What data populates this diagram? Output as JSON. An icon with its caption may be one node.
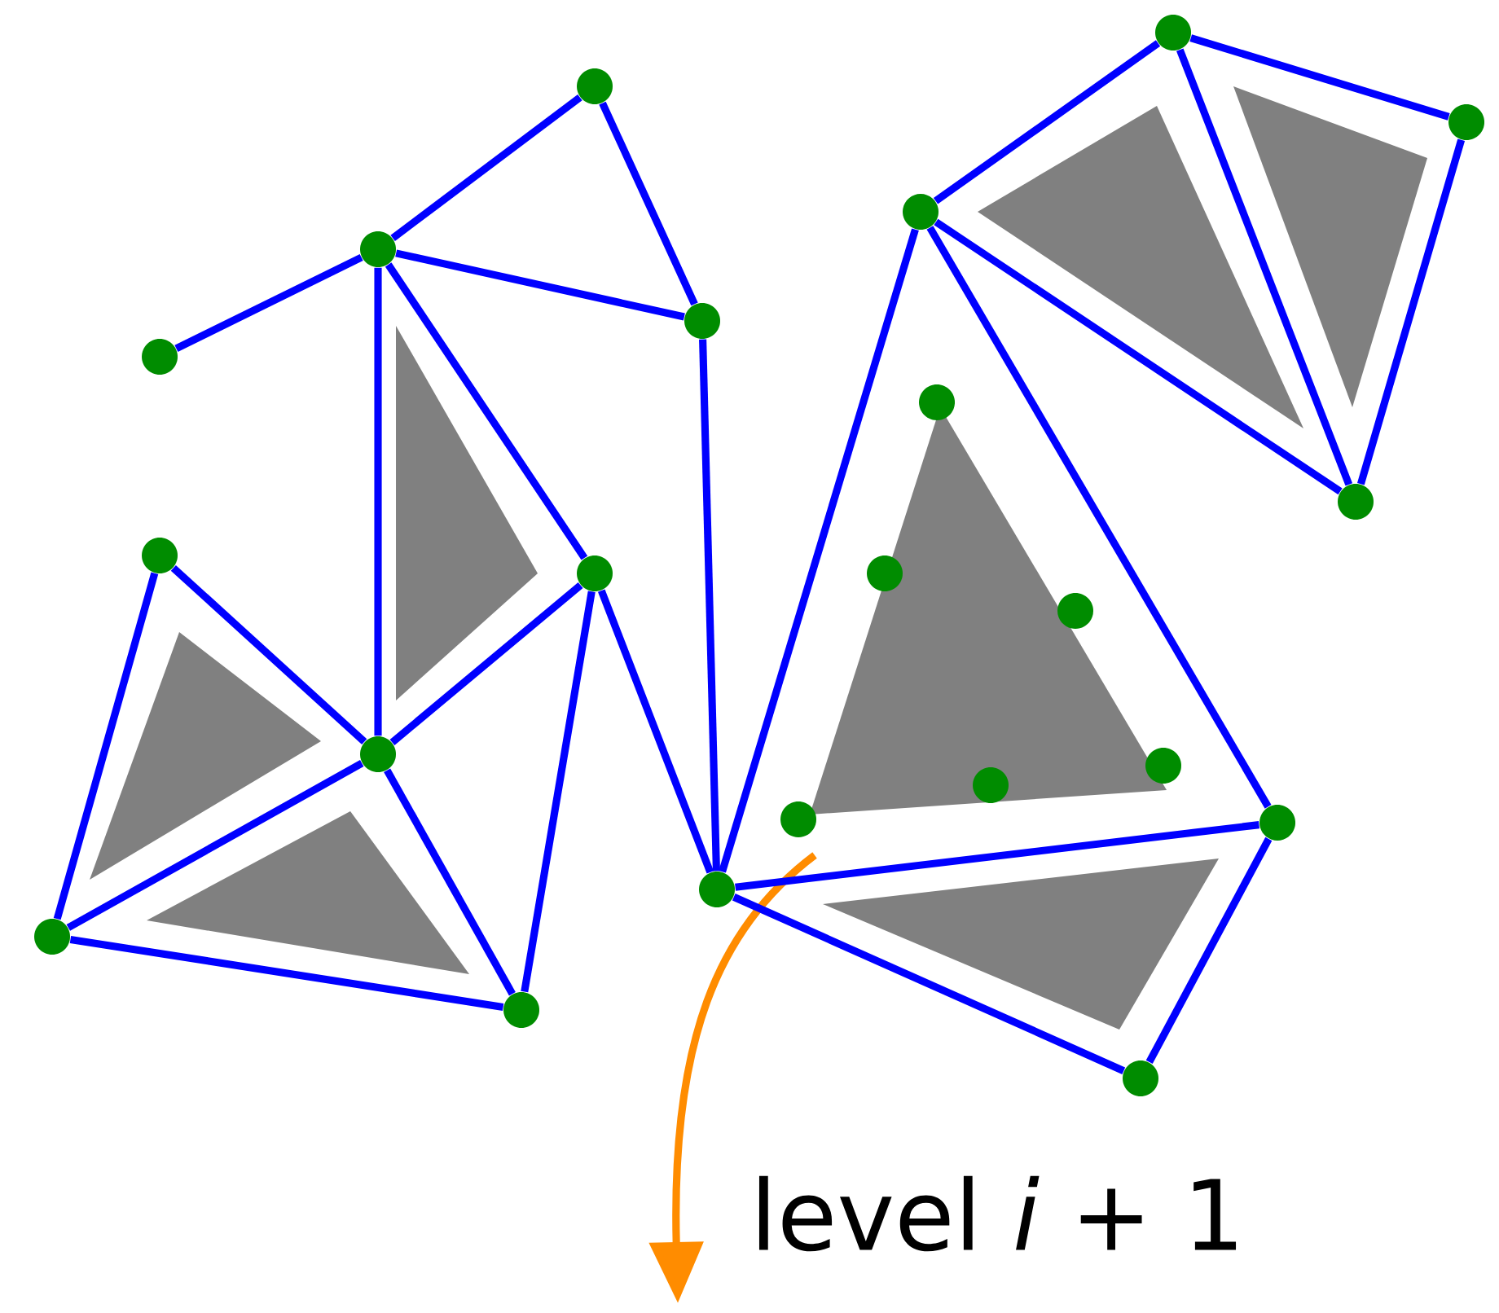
{
  "diagram": {
    "nodes": [
      {
        "text": [],
        "shape": "circle"
      },
      {
        "text": [],
        "shape": "circle"
      },
      {
        "text": [],
        "shape": "circle"
      },
      {
        "text": [],
        "shape": "circle"
      },
      {
        "text": [],
        "shape": "circle"
      },
      {
        "text": [],
        "shape": "circle"
      },
      {
        "text": [],
        "shape": "circle"
      },
      {
        "text": [],
        "shape": "circle"
      },
      {
        "text": [],
        "shape": "circle"
      },
      {
        "text": [],
        "shape": "circle"
      },
      {
        "text": [],
        "shape": "circle"
      },
      {
        "text": [],
        "shape": "circle"
      },
      {
        "text": [],
        "shape": "circle"
      },
      {
        "text": [],
        "shape": "circle"
      },
      {
        "text": [],
        "shape": "circle"
      },
      {
        "text": [],
        "shape": "circle"
      },
      {
        "text": [],
        "shape": "circle"
      },
      {
        "text": [],
        "shape": "circle"
      },
      {
        "text": [],
        "shape": "circle"
      },
      {
        "text": [],
        "shape": "circle"
      },
      {
        "text": [],
        "shape": "circle"
      },
      {
        "text": [],
        "shape": "circle"
      }
    ],
    "edges": [
      {
        "from": 2,
        "to": 1,
        "arrow": "none"
      },
      {
        "from": 1,
        "to": 0,
        "arrow": "none"
      },
      {
        "from": 0,
        "to": 3,
        "arrow": "none"
      },
      {
        "from": 1,
        "to": 3,
        "arrow": "none"
      },
      {
        "from": 1,
        "to": 6,
        "arrow": "none"
      },
      {
        "from": 1,
        "to": 4,
        "arrow": "none"
      },
      {
        "from": 3,
        "to": 9,
        "arrow": "none"
      },
      {
        "from": 4,
        "to": 6,
        "arrow": "none"
      },
      {
        "from": 4,
        "to": 8,
        "arrow": "none"
      },
      {
        "from": 4,
        "to": 9,
        "arrow": "none"
      },
      {
        "from": 5,
        "to": 6,
        "arrow": "none"
      },
      {
        "from": 5,
        "to": 7,
        "arrow": "none"
      },
      {
        "from": 6,
        "to": 7,
        "arrow": "none"
      },
      {
        "from": 6,
        "to": 8,
        "arrow": "none"
      },
      {
        "from": 7,
        "to": 8,
        "arrow": "none"
      },
      {
        "from": 9,
        "to": 10,
        "arrow": "none"
      },
      {
        "from": 10,
        "to": 11,
        "arrow": "none"
      },
      {
        "from": 11,
        "to": 12,
        "arrow": "none"
      },
      {
        "from": 12,
        "to": 13,
        "arrow": "none"
      },
      {
        "from": 10,
        "to": 13,
        "arrow": "none"
      },
      {
        "from": 11,
        "to": 13,
        "arrow": "none"
      },
      {
        "from": 10,
        "to": 20,
        "arrow": "none"
      },
      {
        "from": 9,
        "to": 20,
        "arrow": "none"
      },
      {
        "from": 9,
        "to": 21,
        "arrow": "none"
      },
      {
        "from": 20,
        "to": 21,
        "arrow": "none"
      }
    ],
    "labels": [
      "level *i* + 1"
    ]
  }
}
